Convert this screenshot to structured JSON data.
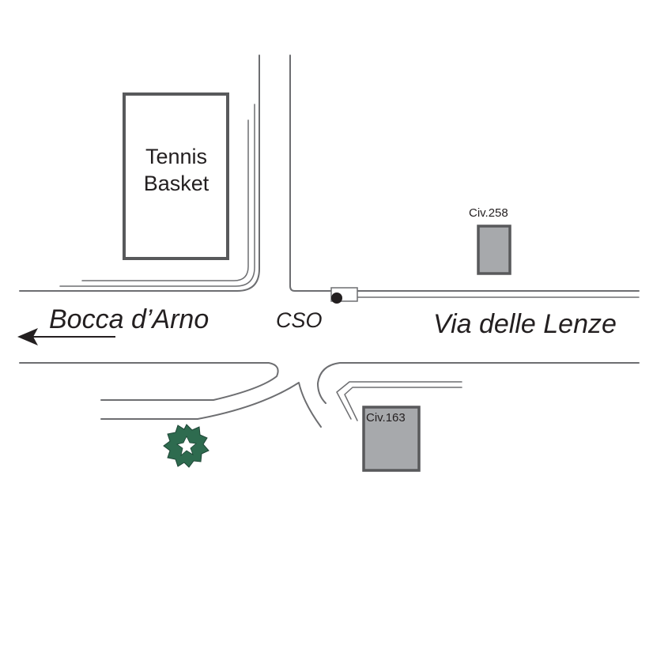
{
  "map": {
    "labels": {
      "tennis": "Tennis",
      "basket": "Basket",
      "civ258": "Civ.258",
      "civ163": "Civ.163",
      "bocca": "Bocca d’Arno",
      "cso": "CSO",
      "lenze": "Via delle Lenze"
    },
    "colors": {
      "line": "#6d6e71",
      "text": "#231f20",
      "building_fill": "#a7a9ac",
      "building_stroke": "#58595b",
      "tree": "#2e6b4f"
    },
    "icons": {
      "direction": "arrow-left-icon",
      "stop": "bus-stop-icon",
      "tree": "tree-icon"
    }
  }
}
